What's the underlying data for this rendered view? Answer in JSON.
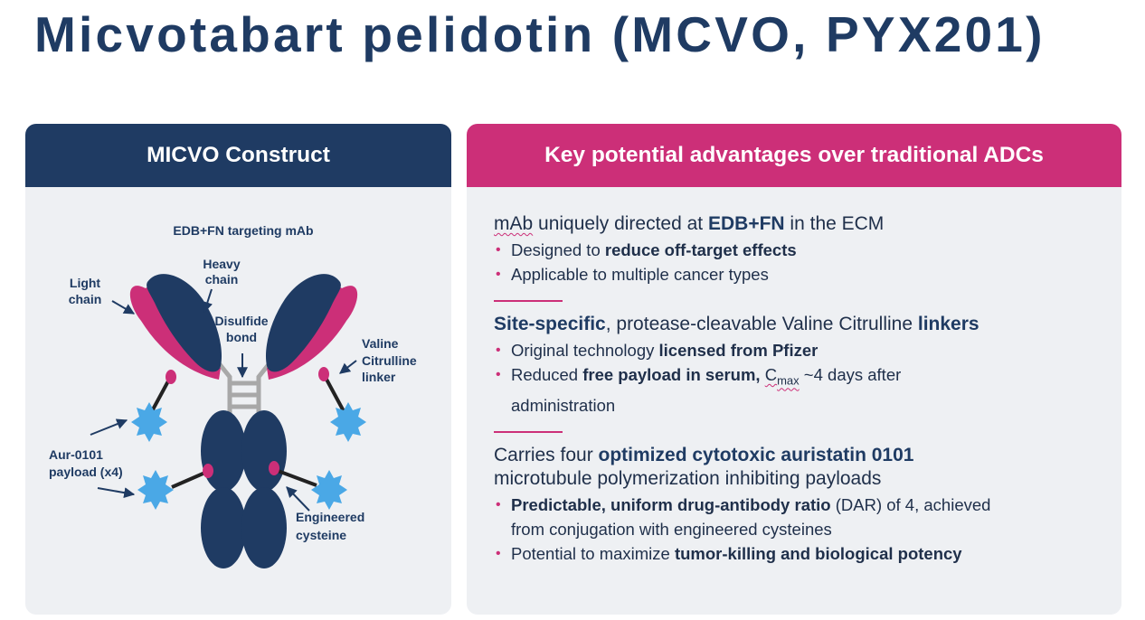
{
  "title": "Micvotabart pelidotin (MCVO, PYX201)",
  "left_panel": {
    "header": "MICVO Construct",
    "labels": {
      "mab": "EDB+FN targeting mAb",
      "light_chain_1": "Light",
      "light_chain_2": "chain",
      "heavy_chain_1": "Heavy",
      "heavy_chain_2": "chain",
      "disulfide_1": "Disulfide",
      "disulfide_2": "bond",
      "linker_1": "Valine",
      "linker_2": "Citrulline",
      "linker_3": "linker",
      "payload_1": "Aur-0101",
      "payload_2": "payload (x4)",
      "cysteine_1": "Engineered",
      "cysteine_2": "cysteine"
    }
  },
  "right_panel": {
    "header": "Key potential advantages over traditional ADCs",
    "section1": {
      "lead_a": "mAb",
      "lead_b": " uniquely directed at ",
      "lead_c": "EDB+FN",
      "lead_d": " in the ECM",
      "b1a": "Designed to ",
      "b1b": "reduce off-target effects",
      "b2": "Applicable to multiple cancer types"
    },
    "section2": {
      "lead_a": "Site-specific",
      "lead_b": ", protease-cleavable Valine Citrulline ",
      "lead_c": "linkers",
      "b1a": "Original technology ",
      "b1b": "licensed from Pfizer",
      "b2a": "Reduced ",
      "b2b": "free payload in serum,",
      "b2c": "C",
      "b2d": "max",
      "b2e": " ~4 days after administration"
    },
    "section3": {
      "lead_a": "Carries four ",
      "lead_b": "optimized cytotoxic auristatin 0101",
      "lead_c": " microtubule polymerization inhibiting payloads",
      "b1a": "Predictable, uniform drug-antibody ratio",
      "b1b": " (DAR) of 4, achieved from conjugation with engineered cysteines",
      "b2a": "Potential to maximize ",
      "b2b": "tumor-killing and biological potency"
    }
  },
  "colors": {
    "navy": "#1f3b63",
    "magenta": "#cc2f78",
    "payload_blue": "#4aa8e6",
    "panel_bg": "#eef0f3",
    "linker_gray": "#a8a8a8"
  }
}
